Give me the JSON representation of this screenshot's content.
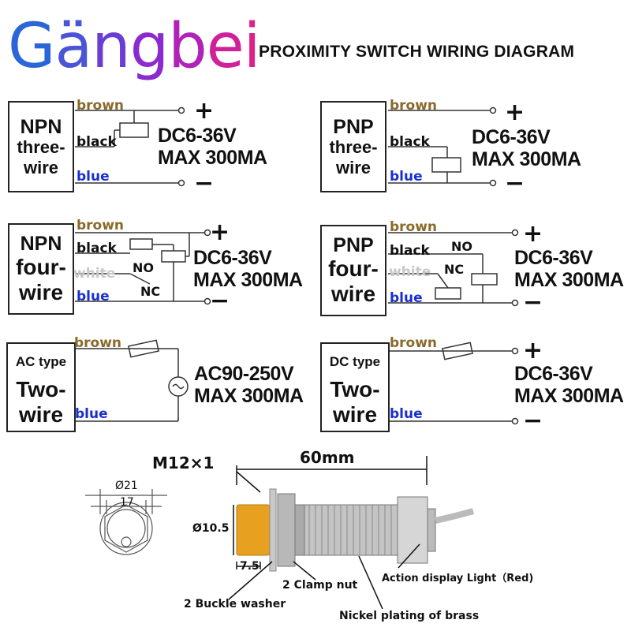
{
  "logo": {
    "text": "Gangbei",
    "letters": [
      "G",
      "ä",
      "n",
      "g",
      "b",
      "e",
      "i"
    ]
  },
  "title": "PROXIMITY SWITCH WIRING DIAGRAM",
  "wires": {
    "brown": "brown",
    "black": "black",
    "white": "white",
    "blue": "blue"
  },
  "signs": {
    "plus": "+",
    "minus": "−"
  },
  "spec_dc": {
    "line1": "DC6-36V",
    "line2": "MAX 300MA"
  },
  "spec_ac": {
    "line1": "AC90-250V",
    "line2": "MAX 300MA"
  },
  "contacts": {
    "no": "NO",
    "nc": "NC"
  },
  "types": {
    "npn3": {
      "line1": "NPN",
      "line2": "three-",
      "line3": "wire"
    },
    "pnp3": {
      "line1": "PNP",
      "line2": "three-",
      "line3": "wire"
    },
    "npn4": {
      "line1": "NPN",
      "line2": "four-",
      "line3": "wire"
    },
    "pnp4": {
      "line1": "PNP",
      "line2": "four-",
      "line3": "wire"
    },
    "ac2": {
      "line1": "AC type",
      "line2": "Two-",
      "line3": "wire"
    },
    "dc2": {
      "line1": "DC type",
      "line2": "Two-",
      "line3": "wire"
    }
  },
  "dimensions": {
    "thread": "M12×1",
    "length": "60mm",
    "outer": "Ø21",
    "inner": "17",
    "face": "Ø10.5",
    "face_len": "7.5"
  },
  "callouts": {
    "washer": "2 Buckle washer",
    "nut": "2 Clamp nut",
    "plating": "Nickel plating of brass",
    "light": "Action display Light（Red)"
  },
  "colors": {
    "brown": "#8a6a2a",
    "blue": "#1a2fd0",
    "white": "#c8c8c8",
    "logo_blue": "#2a66d8",
    "logo_purple": "#8a2ad0",
    "logo_pink": "#e0208a",
    "sensor_orange": "#e8a020"
  }
}
